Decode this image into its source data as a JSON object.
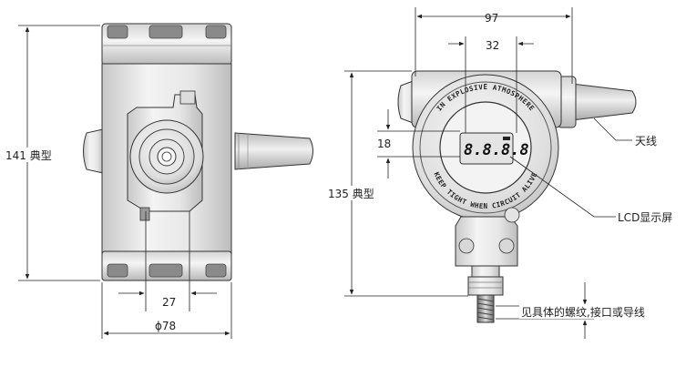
{
  "front_view": {
    "height_label": "141 典型",
    "port_width_label": "27",
    "diameter_label": "ϕ78"
  },
  "side_view": {
    "width_label": "97",
    "window_width_label": "32",
    "lcd_height_label": "18",
    "height_label": "135 典型",
    "antenna_label": "天线",
    "lcd_label": "LCD显示屏",
    "thread_label": "见具体的螺纹,接口或导线",
    "ring_text_top": "IN EXPLOSIVE ATMOSPHERE",
    "ring_text_bottom": "KEEP TIGHT WHEN CIRCUIT ALIVE",
    "lcd_digits": "8.8.8.8"
  }
}
